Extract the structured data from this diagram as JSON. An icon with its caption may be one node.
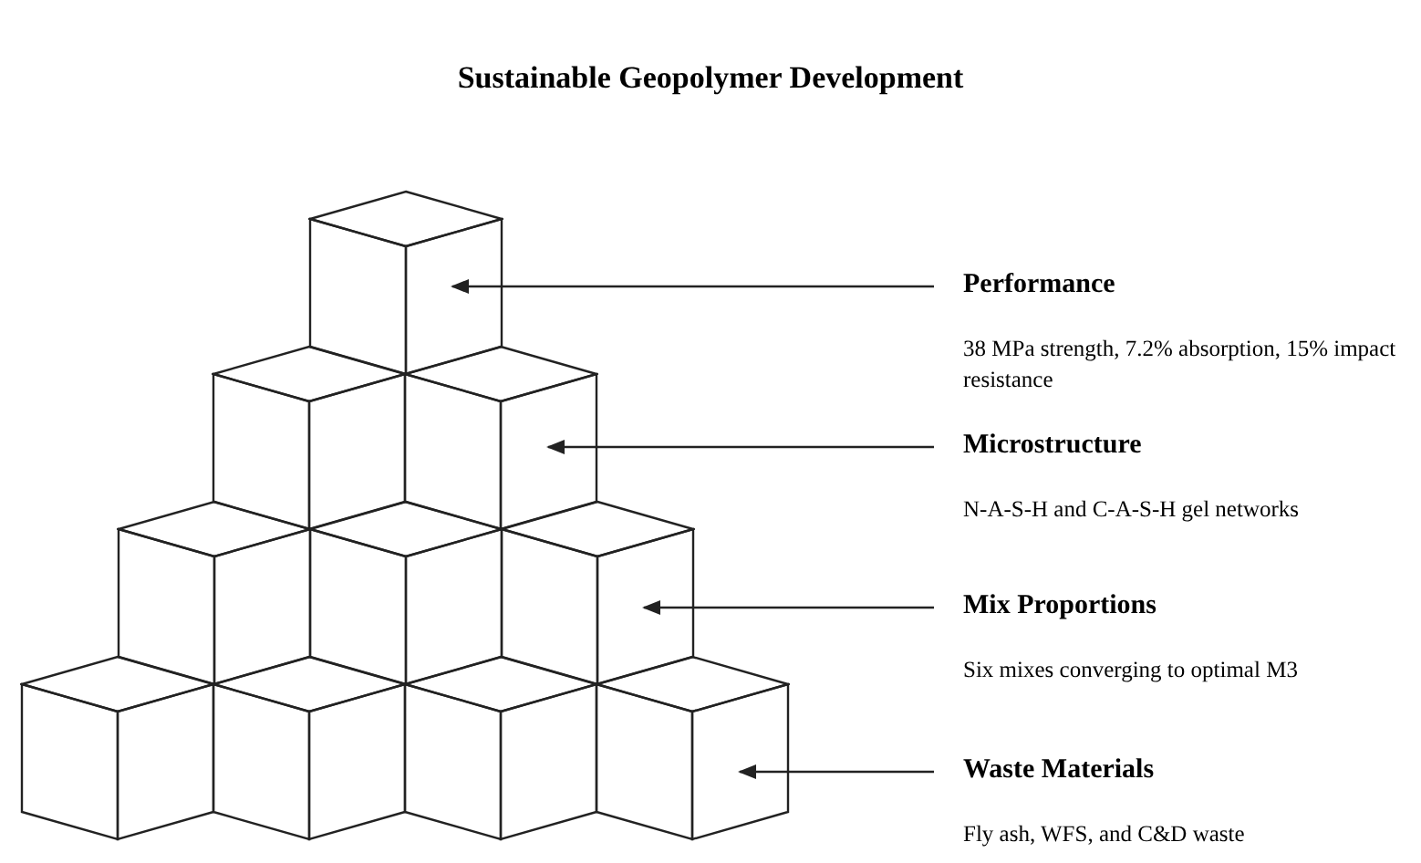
{
  "diagram": {
    "title": "Sustainable Geopolymer Development",
    "nodes": [
      {
        "text": [
          "Performance",
          "38 MPa strength, 7.2% absorption, 15% impact resistance"
        ]
      },
      {
        "text": [
          "Microstructure",
          "N-A-S-H and C-A-S-H gel networks"
        ]
      },
      {
        "text": [
          "Mix Proportions",
          "Six mixes converging to optimal M3"
        ]
      },
      {
        "text": [
          "Waste Materials",
          "Fly ash, WFS, and C&D waste"
        ]
      },
      {
        "text": [],
        "shape": "cube"
      },
      {
        "text": [],
        "shape": "cube"
      },
      {
        "text": [],
        "shape": "cube"
      },
      {
        "text": [],
        "shape": "cube"
      },
      {
        "text": [],
        "shape": "cube"
      },
      {
        "text": [],
        "shape": "cube"
      },
      {
        "text": [],
        "shape": "cube"
      },
      {
        "text": [],
        "shape": "cube"
      },
      {
        "text": [],
        "shape": "cube"
      },
      {
        "text": [],
        "shape": "cube"
      }
    ],
    "edges": [
      {
        "from": 0,
        "to": 4,
        "arrow": "to"
      },
      {
        "from": 1,
        "to": 6,
        "arrow": "to"
      },
      {
        "from": 2,
        "to": 9,
        "arrow": "to"
      },
      {
        "from": 3,
        "to": 13,
        "arrow": "to"
      }
    ]
  }
}
